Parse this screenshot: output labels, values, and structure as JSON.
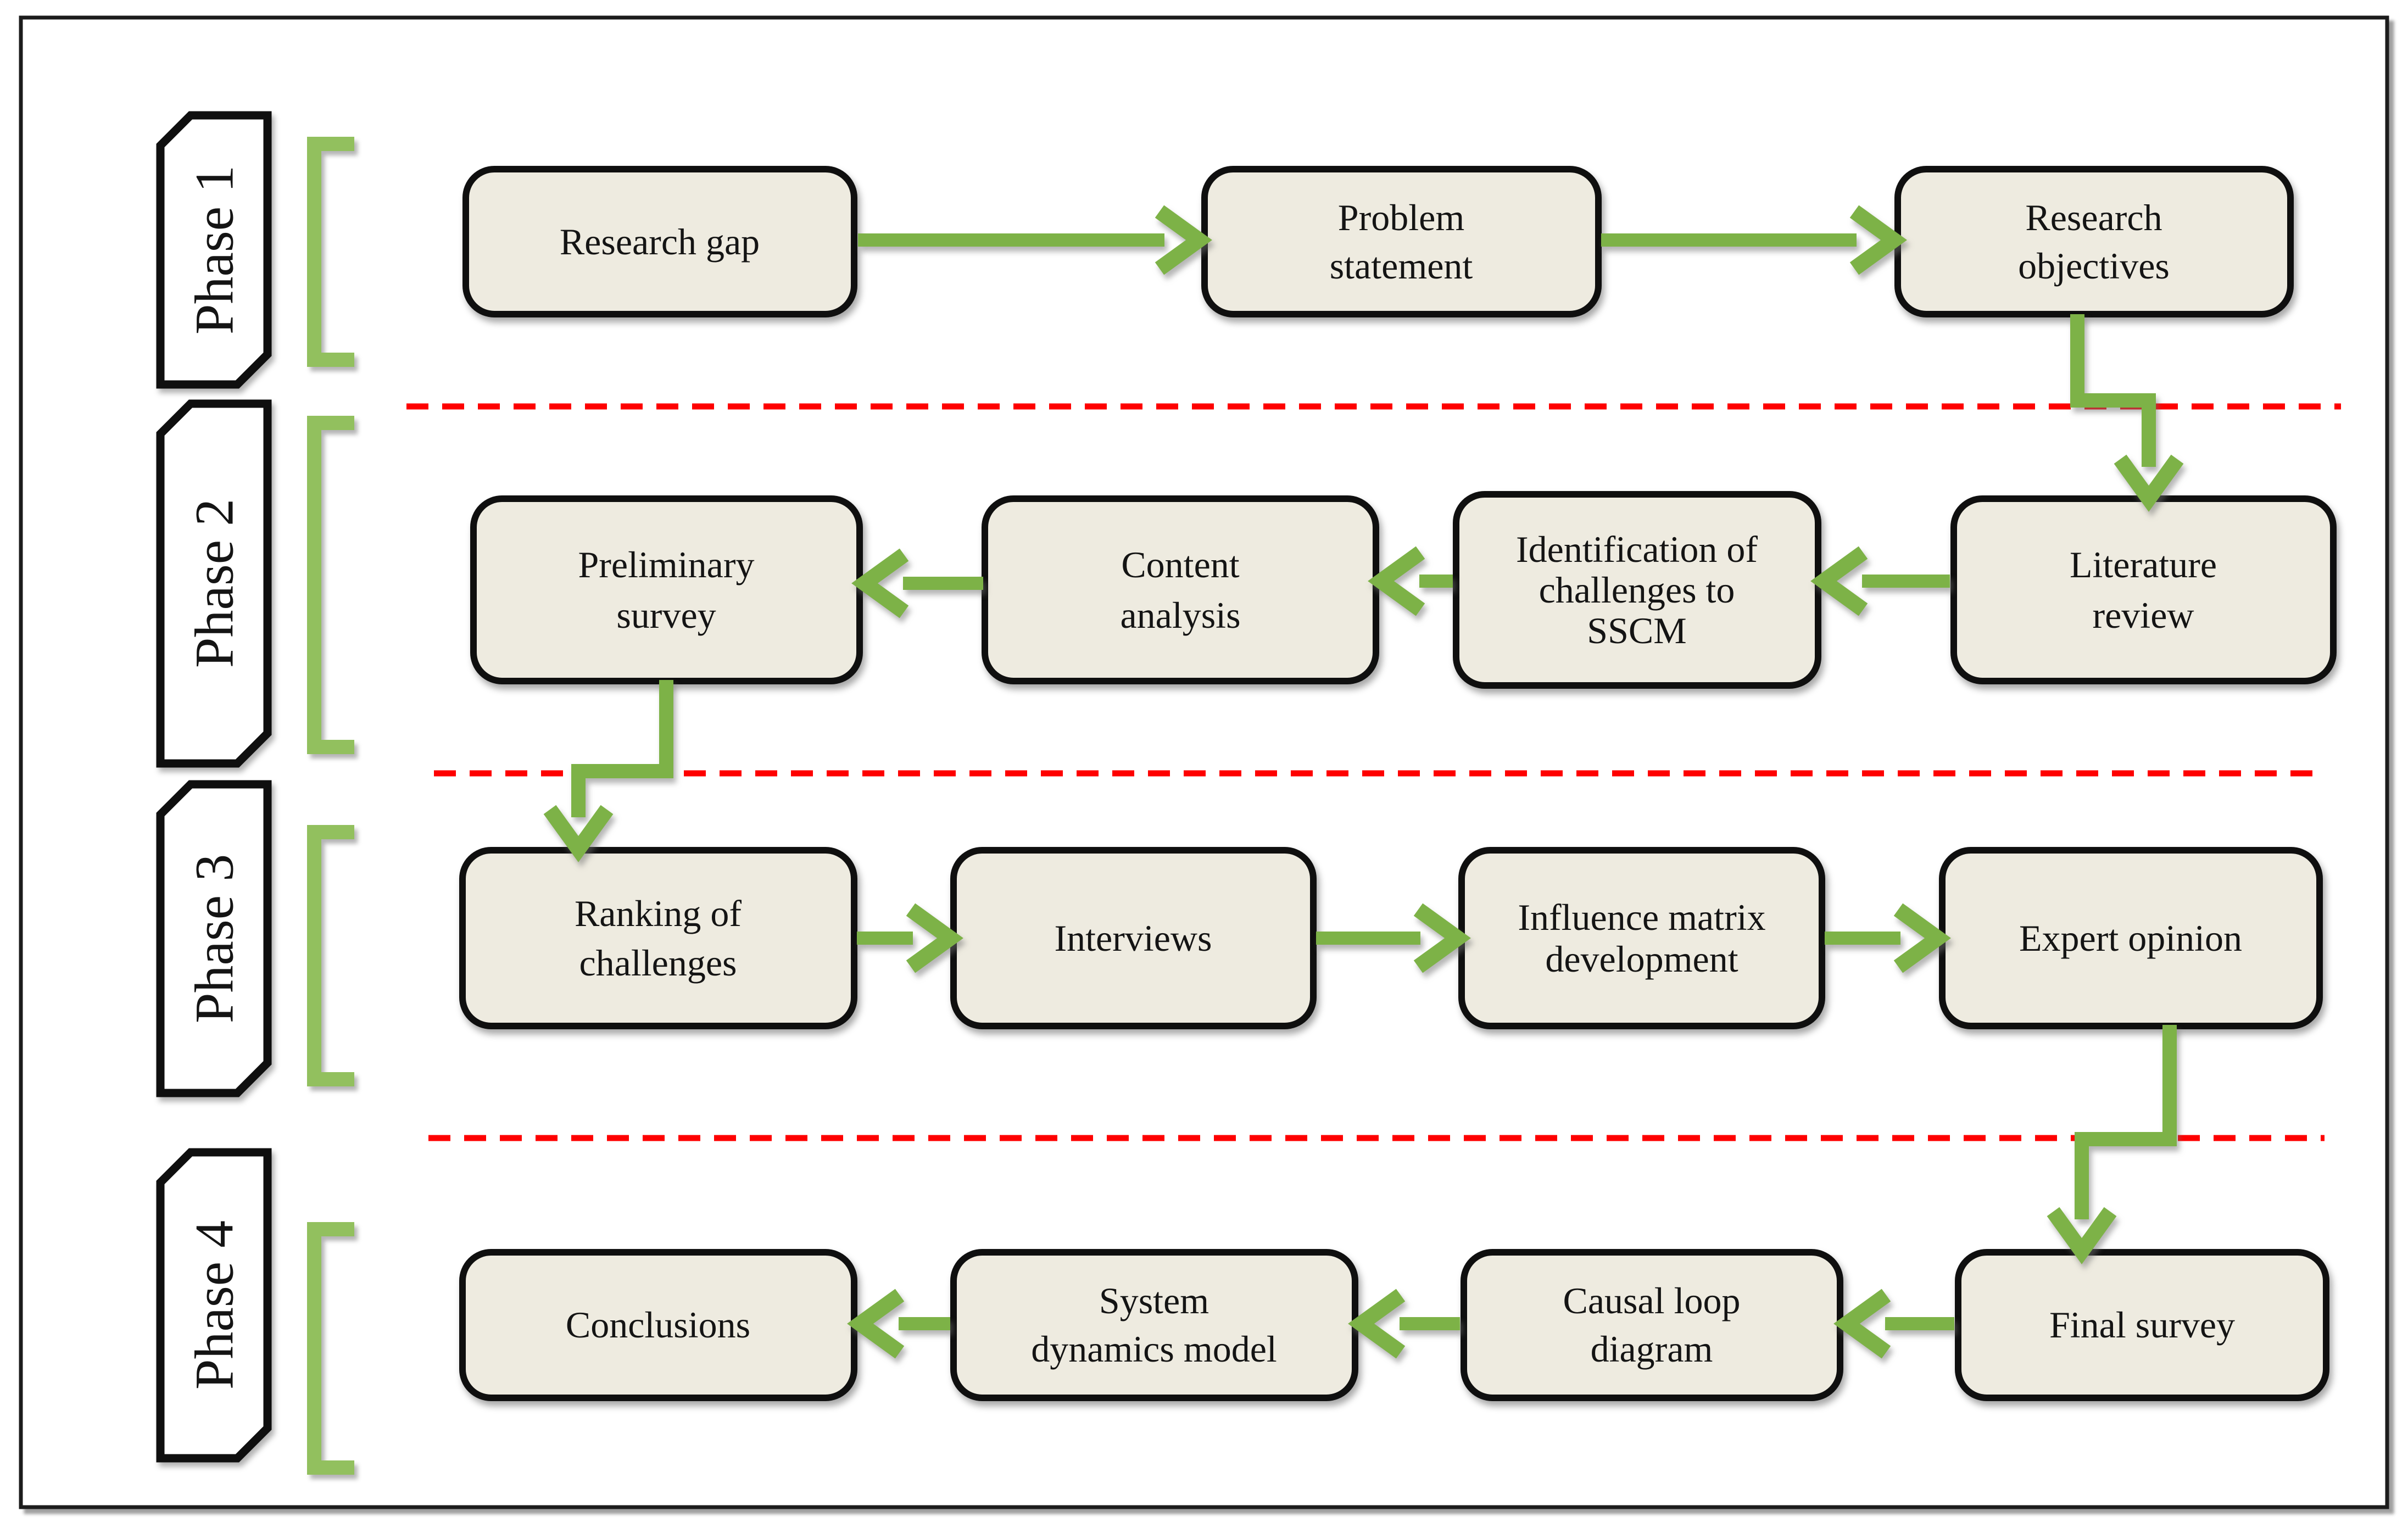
{
  "diagram": {
    "type": "flowchart",
    "phases": [
      {
        "label": "Phase 1",
        "flow": [
          "research_gap",
          "problem_statement",
          "research_objectives"
        ]
      },
      {
        "label": "Phase 2",
        "flow": [
          "literature_review",
          "identification",
          "content_analysis",
          "preliminary_survey"
        ]
      },
      {
        "label": "Phase 3",
        "flow": [
          "ranking",
          "interviews",
          "influence_matrix",
          "expert_opinion"
        ]
      },
      {
        "label": "Phase 4",
        "flow": [
          "final_survey",
          "causal_loop",
          "system_dynamics",
          "conclusions"
        ]
      }
    ],
    "boxes": {
      "research_gap": "Research gap",
      "problem_statement": "Problem\nstatement",
      "research_objectives": "Research\nobjectives",
      "literature_review": "Literature\nreview",
      "identification": "Identification of\nchallenges to\nSSCM",
      "content_analysis": "Content\nanalysis",
      "preliminary_survey": "Preliminary\nsurvey",
      "ranking": "Ranking of\nchallenges",
      "interviews": "Interviews",
      "influence_matrix": "Influence matrix\ndevelopment",
      "expert_opinion": "Expert opinion",
      "final_survey": "Final survey",
      "causal_loop": "Causal loop\ndiagram",
      "system_dynamics": "System\ndynamics model",
      "conclusions": "Conclusions"
    },
    "colors": {
      "arrow_green": "#7DB247",
      "bracket_green": "#92C05E",
      "box_fill": "#EEEBE0",
      "box_border": "#0f0f0f",
      "divider_red": "#FE0000",
      "phase_fill": "#FFFFFF"
    }
  }
}
